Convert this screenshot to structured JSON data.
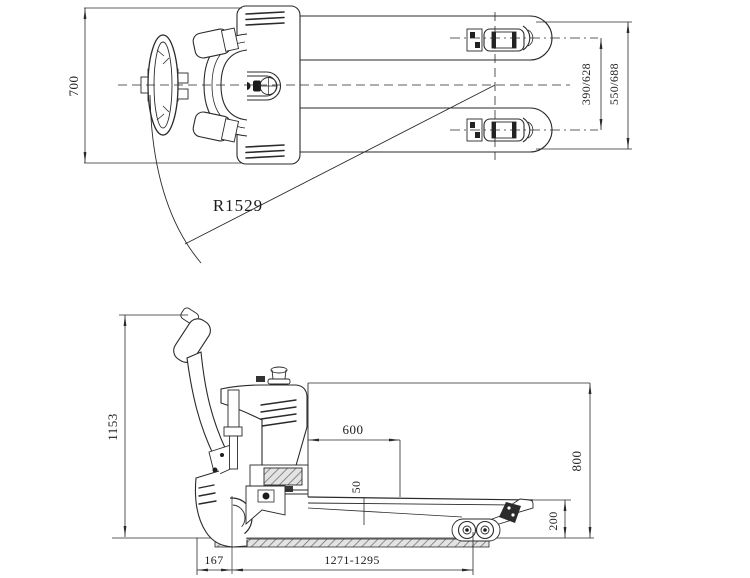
{
  "colors": {
    "line": "#2a2a2a",
    "background": "#ffffff"
  },
  "top_view": {
    "chassis_width_label": "700",
    "fork_center_distance_label": "390/628",
    "overall_fork_width_label": "550/688",
    "turning_radius_label": "R1529"
  },
  "side_view": {
    "tiller_height_label": "1153",
    "body_length_label": "600",
    "fork_thickness_label": "50",
    "overall_height_label": "800",
    "lift_height_label": "200",
    "rear_overhang_label": "167",
    "fork_length_label": "1271-1295"
  }
}
